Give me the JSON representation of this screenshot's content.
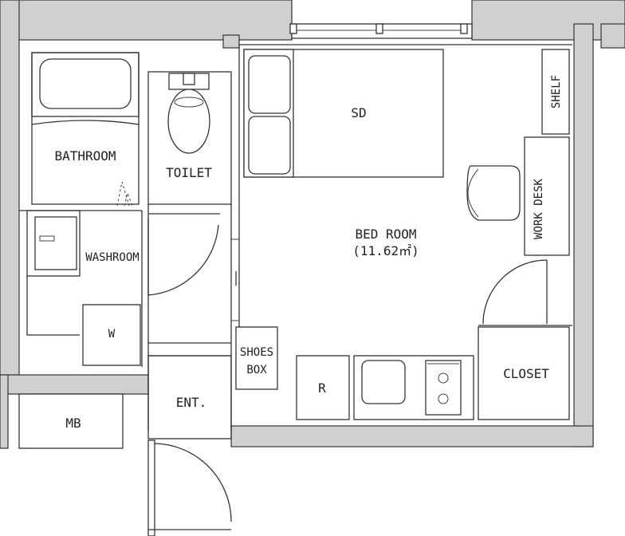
{
  "rooms": {
    "bathroom": "BATHROOM",
    "toilet": "TOILET",
    "washroom": "WASHROOM",
    "washer": "W",
    "entrance": "ENT.",
    "meter_box": "MB",
    "shoes_box_line1": "SHOES",
    "shoes_box_line2": "BOX",
    "bedroom_name": "BED ROOM",
    "bedroom_area": "(11.62㎡)",
    "bed": "SD",
    "shelf": "SHELF",
    "work_desk": "WORK DESK",
    "closet": "CLOSET",
    "refrigerator": "R"
  }
}
